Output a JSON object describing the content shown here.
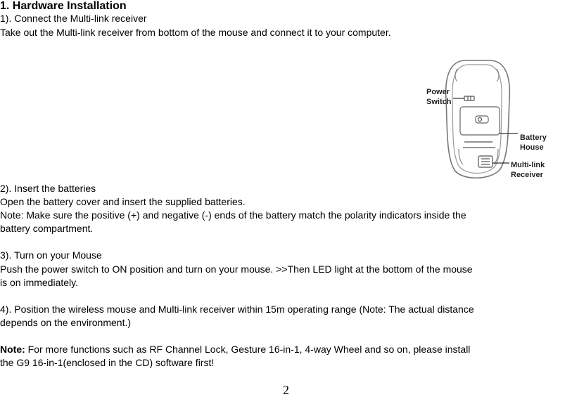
{
  "section_title": "1. Hardware Installation",
  "step1": {
    "heading": " 1). Connect the Multi-link receiver",
    "text": "  Take out the Multi-link receiver from bottom of the mouse and connect it to your computer."
  },
  "figure": {
    "label_power": "Power",
    "label_switch": "Switch",
    "label_battery": "Battery",
    "label_house": "House",
    "label_multilink": "Multi-link",
    "label_receiver": "Receiver"
  },
  "step2": {
    "heading": "2). Insert the batteries",
    "text": "Open the battery cover and insert the supplied batteries.",
    "note_line1": "Note: Make sure the positive (+) and negative (-) ends of the battery match the polarity indicators inside the",
    "note_line2": "battery compartment."
  },
  "step3": {
    "heading": "3). Turn on your Mouse",
    "line1": "Push the power switch to ON position and turn on your mouse. >>Then LED light at the bottom of the mouse",
    "line2": "is on immediately."
  },
  "step4": {
    "line1": "4). Position the wireless mouse and Multi-link receiver within 15m operating range (Note: The actual distance",
    "line2": "depends on the environment.)"
  },
  "final_note": {
    "label": "Note:",
    "line1": " For more functions such as RF Channel Lock, Gesture 16-in-1, 4-way Wheel and so on, please install",
    "line2": "the G9 16-in-1(enclosed in the CD) software first!"
  },
  "page_number": "2"
}
